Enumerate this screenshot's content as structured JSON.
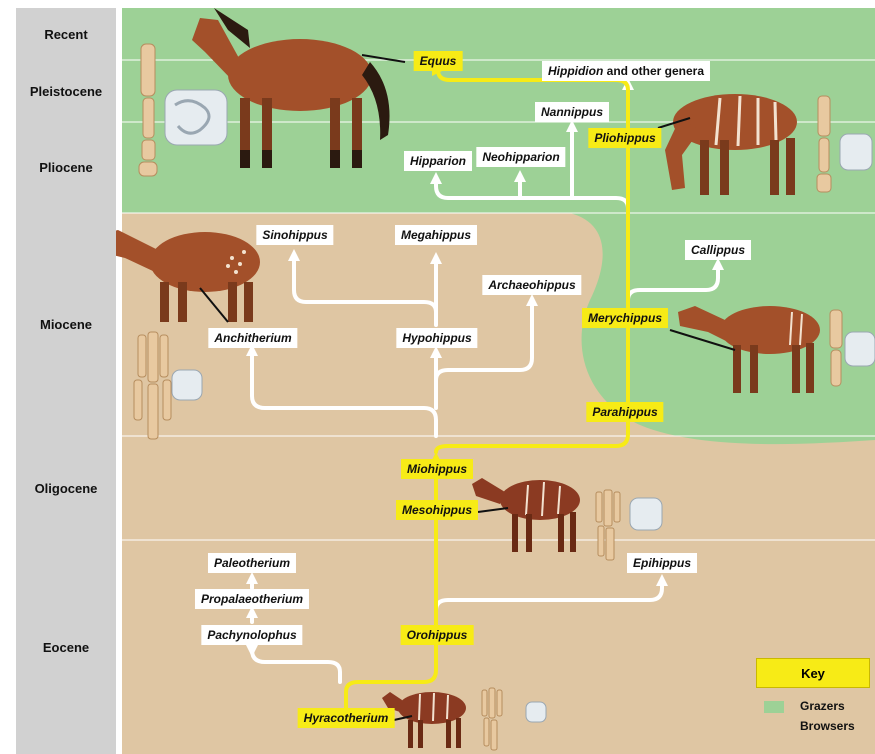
{
  "epochs": [
    {
      "id": "recent",
      "label": "Recent"
    },
    {
      "id": "pleistocene",
      "label": "Pleistocene"
    },
    {
      "id": "pliocene",
      "label": "Pliocene"
    },
    {
      "id": "miocene",
      "label": "Miocene"
    },
    {
      "id": "oligocene",
      "label": "Oligocene"
    },
    {
      "id": "eocene",
      "label": "Eocene"
    }
  ],
  "genera": {
    "equus": "Equus",
    "hippidion": "Hippidion",
    "hippidion_suffix": "and other genera",
    "nannippus": "Nannippus",
    "pliohippus": "Pliohippus",
    "hipparion": "Hipparion",
    "neohipparion": "Neohipparion",
    "sinohippus": "Sinohippus",
    "megahippus": "Megahippus",
    "callippus": "Callippus",
    "archaeohippus": "Archaeohippus",
    "merychippus": "Merychippus",
    "anchitherium": "Anchitherium",
    "hypohippus": "Hypohippus",
    "parahippus": "Parahippus",
    "miohippus": "Miohippus",
    "mesohippus": "Mesohippus",
    "paleotherium": "Paleotherium",
    "propalaeotherium": "Propalaeotherium",
    "epihippus": "Epihippus",
    "pachynolophus": "Pachynolophus",
    "orohippus": "Orohippus",
    "hyracotherium": "Hyracotherium"
  },
  "key": {
    "title": "Key",
    "grazers": "Grazers",
    "browsers": "Browsers"
  },
  "colors": {
    "grazers": "#9dd196",
    "browsers": "#dfc6a3",
    "main_line": "#f7eb16",
    "epoch_column": "#d1d1d1",
    "horse_body": "#a3502a"
  }
}
